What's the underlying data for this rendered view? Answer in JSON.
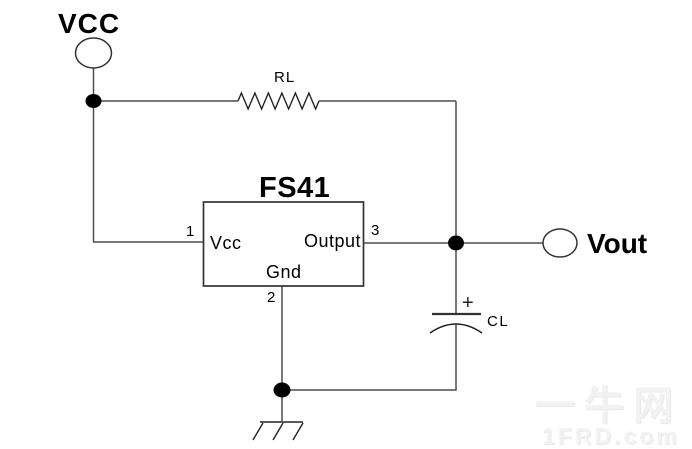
{
  "diagram": {
    "power_label": "VCC",
    "output_label": "Vout",
    "resistor_label": "RL",
    "capacitor": {
      "label": "CL",
      "polarity": "+"
    },
    "chip": {
      "name": "FS41",
      "pins": [
        {
          "number": "1",
          "label": "Vcc",
          "side": "left"
        },
        {
          "number": "2",
          "label": "Gnd",
          "side": "bottom"
        },
        {
          "number": "3",
          "label": "Output",
          "side": "right"
        }
      ]
    }
  },
  "watermark": {
    "line1": "一牛网",
    "line2": "1FRD.com"
  },
  "colors": {
    "background": "#ffffff",
    "wire": "#4d4d4d",
    "component": "#222222",
    "text": "#000000",
    "watermark": "#f2f2f2"
  }
}
